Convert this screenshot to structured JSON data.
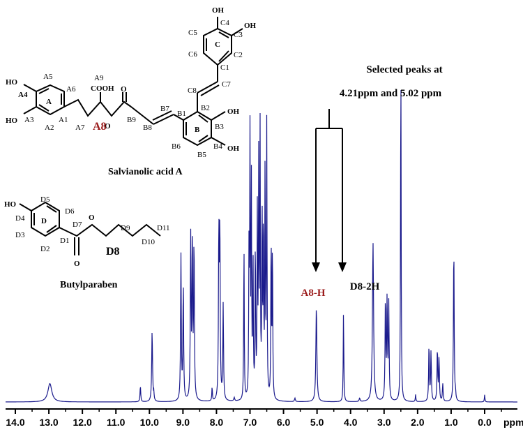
{
  "chart_data": {
    "type": "line",
    "x_unit": "ppm",
    "xlim": [
      14.0,
      -0.5
    ],
    "x_reversed": true,
    "grid": false,
    "x_ticks": [
      "14.0",
      "13.0",
      "12.0",
      "11.0",
      "10.0",
      "9.0",
      "8.0",
      "7.0",
      "6.0",
      "5.0",
      "4.0",
      "3.0",
      "2.0",
      "1.0",
      "0.0"
    ],
    "series_color": "#1a1a8c",
    "peaks": [
      {
        "ppm": 12.97,
        "height": 0.052,
        "width": 0.14
      },
      {
        "ppm": 10.27,
        "height": 0.045,
        "width": 0.025
      },
      {
        "ppm": 9.92,
        "height": 0.2,
        "width": 0.03
      },
      {
        "ppm": 9.87,
        "height": 0.02,
        "width": 0.02
      },
      {
        "ppm": 9.06,
        "height": 0.41,
        "width": 0.025
      },
      {
        "ppm": 8.99,
        "height": 0.33,
        "width": 0.025
      },
      {
        "ppm": 8.77,
        "height": 0.46,
        "width": 0.025
      },
      {
        "ppm": 8.72,
        "height": 0.45,
        "width": 0.025
      },
      {
        "ppm": 8.67,
        "height": 0.45,
        "width": 0.025
      },
      {
        "ppm": 8.13,
        "height": 0.04,
        "width": 0.02
      },
      {
        "ppm": 7.93,
        "height": 0.47,
        "width": 0.025
      },
      {
        "ppm": 7.9,
        "height": 0.48,
        "width": 0.025
      },
      {
        "ppm": 7.8,
        "height": 0.27,
        "width": 0.025
      },
      {
        "ppm": 7.47,
        "height": 0.01,
        "width": 0.03
      },
      {
        "ppm": 7.18,
        "height": 0.45,
        "width": 0.02
      },
      {
        "ppm": 7.03,
        "height": 0.4,
        "width": 0.02
      },
      {
        "ppm": 7.0,
        "height": 0.72,
        "width": 0.02
      },
      {
        "ppm": 6.96,
        "height": 0.61,
        "width": 0.02
      },
      {
        "ppm": 6.91,
        "height": 0.41,
        "width": 0.02
      },
      {
        "ppm": 6.84,
        "height": 0.44,
        "width": 0.02
      },
      {
        "ppm": 6.78,
        "height": 0.52,
        "width": 0.02
      },
      {
        "ppm": 6.74,
        "height": 0.64,
        "width": 0.02
      },
      {
        "ppm": 6.7,
        "height": 0.76,
        "width": 0.02
      },
      {
        "ppm": 6.64,
        "height": 0.55,
        "width": 0.02
      },
      {
        "ppm": 6.6,
        "height": 0.51,
        "width": 0.02
      },
      {
        "ppm": 6.55,
        "height": 0.66,
        "width": 0.02
      },
      {
        "ppm": 6.5,
        "height": 0.77,
        "width": 0.02
      },
      {
        "ppm": 6.37,
        "height": 0.47,
        "width": 0.02
      },
      {
        "ppm": 6.33,
        "height": 0.45,
        "width": 0.02
      },
      {
        "ppm": 5.66,
        "height": 0.01,
        "width": 0.03
      },
      {
        "ppm": 5.02,
        "height": 0.27,
        "width": 0.035
      },
      {
        "ppm": 4.21,
        "height": 0.26,
        "width": 0.02
      },
      {
        "ppm": 3.73,
        "height": 0.01,
        "width": 0.03
      },
      {
        "ppm": 3.33,
        "height": 0.45,
        "width": 0.04
      },
      {
        "ppm": 2.96,
        "height": 0.29,
        "width": 0.025
      },
      {
        "ppm": 2.91,
        "height": 0.28,
        "width": 0.025
      },
      {
        "ppm": 2.86,
        "height": 0.27,
        "width": 0.025
      },
      {
        "ppm": 2.5,
        "height": 1.0,
        "width": 0.02
      },
      {
        "ppm": 2.06,
        "height": 0.02,
        "width": 0.02
      },
      {
        "ppm": 1.66,
        "height": 0.16,
        "width": 0.025
      },
      {
        "ppm": 1.6,
        "height": 0.14,
        "width": 0.025
      },
      {
        "ppm": 1.41,
        "height": 0.15,
        "width": 0.025
      },
      {
        "ppm": 1.36,
        "height": 0.12,
        "width": 0.025
      },
      {
        "ppm": 1.25,
        "height": 0.05,
        "width": 0.025
      },
      {
        "ppm": 0.92,
        "height": 0.45,
        "width": 0.025
      },
      {
        "ppm": 0.87,
        "height": 0.02,
        "width": 0.02
      },
      {
        "ppm": 0.0,
        "height": 0.02,
        "width": 0.02
      }
    ],
    "annotations": {
      "selected_text_line1": "Selected peaks at",
      "selected_text_line2": "4.21ppm and 5.02 ppm",
      "peak_label_a8": "A8-H",
      "peak_label_d8": "D8-2H"
    }
  },
  "structures": {
    "salvianolic": {
      "caption": "Salvianolic acid A",
      "highlight_label": "A8",
      "ring_labels": [
        "A",
        "B",
        "C"
      ],
      "atom_labels": [
        "HO",
        "A4",
        "A5",
        "A6",
        "A3",
        "HO",
        "A2",
        "A1",
        "A7",
        "A9",
        "COOH",
        "O",
        "B9",
        "O",
        "B7",
        "B8",
        "B1",
        "B2",
        "C8",
        "C7",
        "C1",
        "C2",
        "C3",
        "C4",
        "OH",
        "OH",
        "C5",
        "C6",
        "B3",
        "OH",
        "B4",
        "OH",
        "B5",
        "B6"
      ]
    },
    "butylparaben": {
      "caption": "Butylparaben",
      "highlight_label": "D8",
      "ring_labels": [
        "D"
      ],
      "atom_labels": [
        "HO",
        "D5",
        "D6",
        "D4",
        "D3",
        "D2",
        "D1",
        "D7",
        "O",
        "O",
        "D9",
        "D11",
        "D10"
      ]
    }
  },
  "colors": {
    "highlight": "#9b1c1c",
    "spectrum": "#1a1a8c"
  }
}
